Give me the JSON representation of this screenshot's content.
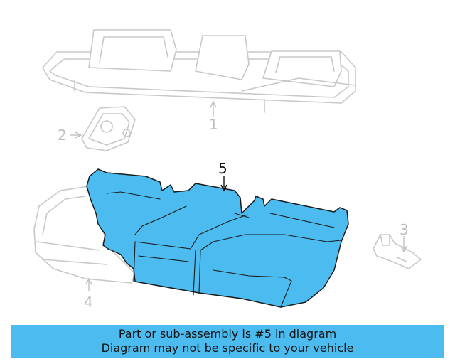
{
  "callouts": {
    "c1": "1",
    "c2": "2",
    "c3": "3",
    "c4": "4",
    "c5": "5"
  },
  "colors": {
    "highlight": "#4cbcf0",
    "ghost_line": "#c8c8c8",
    "ink": "#111111"
  },
  "banner": {
    "line1": "Part or sub-assembly is #5 in diagram",
    "line2": "Diagram may not be specific to your vehicle"
  }
}
